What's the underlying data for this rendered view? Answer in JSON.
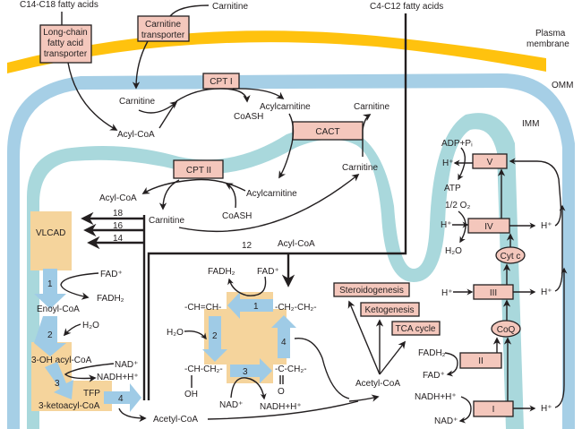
{
  "title": "Mitochondrial fatty acid beta-oxidation and electron transport chain",
  "colors": {
    "plasma_membrane": "#ffc20e",
    "outer_membrane": "#a6cfe6",
    "inner_membrane": "#a9d8dc",
    "enzyme_box": "#f4c7bc",
    "enzyme_complex": "#f5d49c",
    "step_arrow": "#9fcbe6"
  },
  "membranes": {
    "plasma": "Plasma membrane",
    "plasma_line1": "Plasma",
    "plasma_line2": "membrane",
    "omm": "OMM",
    "imm": "IMM"
  },
  "inputs": {
    "long_chain": "C14-C18 fatty acids",
    "carnitine_in": "Carnitine",
    "medium_chain": "C4-C12 fatty acids"
  },
  "transporters": {
    "long_chain_line1": "Long-chain",
    "long_chain_line2": "fatty acid",
    "long_chain_line3": "transporter",
    "carnitine_line1": "Carnitine",
    "carnitine_line2": "transporter"
  },
  "shuttle": {
    "cpt1": "CPT I",
    "cpt2": "CPT II",
    "cact": "CACT",
    "carnitine_1": "Carnitine",
    "acyl_coa_1": "Acyl-CoA",
    "coash_1": "CoASH",
    "acylcarnitine_1": "Acylcarnitine",
    "carnitine_2": "Carnitine",
    "carnitine_3": "Carnitine",
    "acylcarnitine_2": "Acylcarnitine",
    "acyl_coa_2": "Acyl-CoA",
    "coash_2": "CoASH",
    "carnitine_4": "Carnitine"
  },
  "chain_lengths": [
    "18",
    "16",
    "14",
    "12"
  ],
  "left_spiral": {
    "vlcad": "VLCAD",
    "tfp": "TFP",
    "steps": [
      "1",
      "2",
      "3",
      "4"
    ],
    "fad": "FAD⁺",
    "fadh2": "FADH₂",
    "enoyl_coa": "Enoyl-CoA",
    "h2o": "H₂O",
    "oh_acyl_coa": "3-OH acyl-CoA",
    "nad": "NAD⁺",
    "nadh": "NADH+H⁺",
    "ketoacyl_coa": "3-ketoacyl-CoA",
    "acetyl_coa": "Acetyl-CoA"
  },
  "center_cycle": {
    "acyl_coa": "Acyl-CoA",
    "steps": [
      "1",
      "2",
      "3",
      "4"
    ],
    "fadh2": "FADH₂",
    "fad": "FAD⁺",
    "ch_ch": "-CH=CH-",
    "ch2_ch2": "-CH₂-CH₂-",
    "h2o": "H₂O",
    "ch_ch2": "-CH-CH₂-",
    "oh": "OH",
    "c_ch2": "-C-CH₂-",
    "o": "O",
    "nad": "NAD⁺",
    "nadh": "NADH+H⁺"
  },
  "fates": {
    "acetyl_coa": "Acetyl-CoA",
    "steroidogenesis": "Steroidogenesis",
    "ketogenesis": "Ketogenesis",
    "tca": "TCA cycle"
  },
  "etc": {
    "complex_i": "I",
    "complex_ii": "II",
    "complex_iii": "III",
    "complex_iv": "IV",
    "complex_v": "V",
    "coq": "CoQ",
    "cytc": "Cyt c",
    "adp_pi": "ADP+Pᵢ",
    "atp": "ATP",
    "h": "H⁺",
    "half_o2": "1/2 O₂",
    "h2o": "H₂O",
    "fadh2": "FADH₂",
    "fad": "FAD⁺",
    "nadh": "NADH+H⁺",
    "nad": "NAD⁺"
  }
}
